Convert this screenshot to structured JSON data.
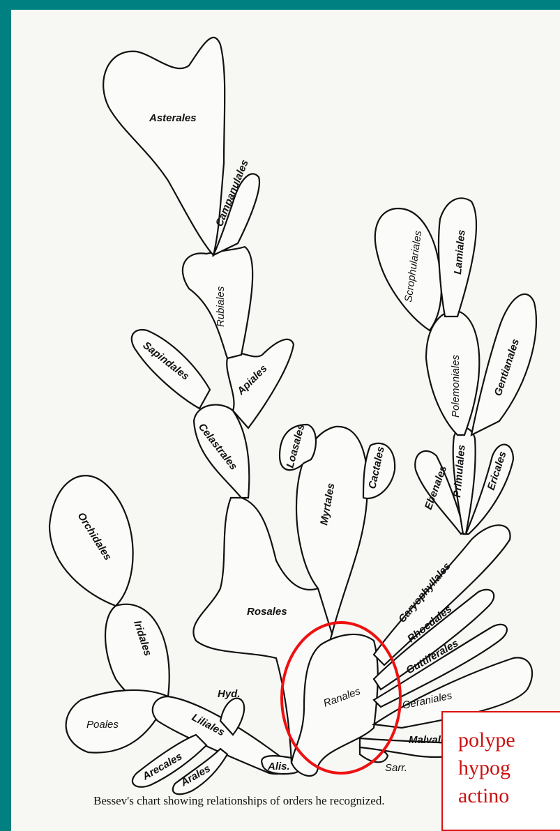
{
  "diagram": {
    "orders": {
      "asterales": "Asterales",
      "campanulales": "Campanulales",
      "rubiales": "Rubiales",
      "sapindales": "Sapindales",
      "apiales": "Apiales",
      "celastrales": "Celastrales",
      "loasales": "Loasales",
      "myrtales": "Myrtales",
      "cactales": "Cactales",
      "rosales": "Rosales",
      "orchidales": "Orchidales",
      "iridales": "Iridales",
      "poales": "Poales",
      "liliales": "Liliales",
      "arecales": "Arecales",
      "arales": "Arales",
      "hyd": "Hyd.",
      "ranales": "Ranales",
      "alis": "Alis.",
      "sarr": "Sarr.",
      "malvales": "Malvales",
      "geraniales": "Geraniales",
      "guttiferales": "Guttiferales",
      "rhoedales": "Rhoedales",
      "caryophyllales": "Caryophyllales",
      "ebenales": "Ebenales",
      "primulales": "Primulales",
      "ericales": "Ericales",
      "polemoniales": "Polemoniales",
      "gentianales": "Gentianales",
      "scrophulariales": "Scrophulariales",
      "lamiales": "Lamiales"
    },
    "caption": "Bessev's chart showing relationships of orders he recognized."
  },
  "highlight_color": "#ee1111",
  "note": {
    "lines": [
      "polype",
      "hypog",
      "actino"
    ],
    "color": "#cc1111"
  }
}
